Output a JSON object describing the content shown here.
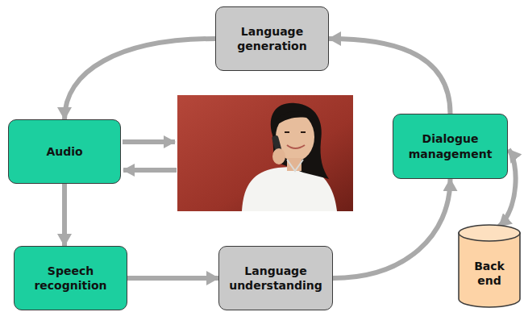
{
  "diagram": {
    "nodes": [
      {
        "text": [
          "Language generation"
        ]
      },
      {
        "text": [
          "Audio"
        ]
      },
      {
        "text": [
          "Dialogue management"
        ]
      },
      {
        "text": [
          "Speech recognition"
        ]
      },
      {
        "text": [
          "Language understanding"
        ]
      },
      {
        "text": [
          "Back end"
        ]
      }
    ],
    "edges": [
      {
        "from": 0,
        "to": 1,
        "arrow": "to"
      },
      {
        "from": 1,
        "to": 3,
        "arrow": "to"
      },
      {
        "from": 3,
        "to": 4,
        "arrow": "to"
      },
      {
        "from": 4,
        "to": 2,
        "arrow": "to"
      },
      {
        "from": 2,
        "to": 0,
        "arrow": "to"
      },
      {
        "from": 2,
        "to": 5,
        "arrow": "both"
      }
    ]
  }
}
